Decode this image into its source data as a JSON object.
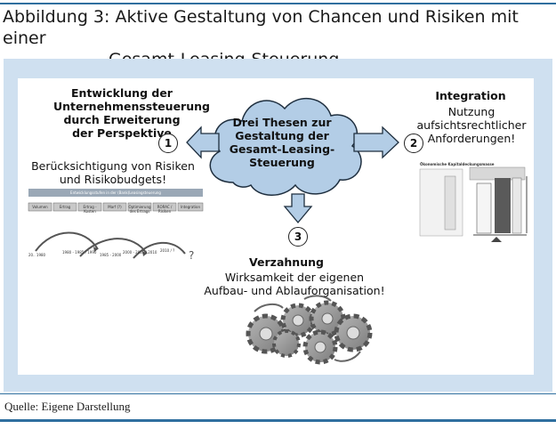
{
  "figure": {
    "title_line1": "Abbildung 3: Aktive Gestaltung von Chancen und Risiken mit einer",
    "title_line2": "Gesamt-Leasing-Steuerung",
    "source": "Quelle: Eigene Darstellung"
  },
  "center": {
    "text": "Drei Thesen zur Gestaltung der Gesamt-Leasing-Steuerung"
  },
  "thesis1": {
    "number": "1",
    "heading": "Entwicklung der Unternehmenssteuerung durch Erweiterung der Perspektive",
    "subtext": "Berücksichtigung von Risiken und Risikobudgets!",
    "thumb_title": "Entwicklungsstufen in der (Bank)Leasingsteuerung",
    "thumb_columns": [
      "Volumen",
      "Ertrag",
      "Ertrag - Kosten",
      "Marf (?)",
      "Optimierung des Ertrags",
      "RORAC / Risiken",
      "Integration"
    ],
    "thumb_years": [
      "20.. 1980",
      "1980 - 1985 / 1990",
      "1985 - 2000",
      "2000 - 2005 / 2010",
      "2010 / ?",
      "?"
    ],
    "question_mark": "?"
  },
  "thesis2": {
    "number": "2",
    "heading": "Integration",
    "subtext": "Nutzung aufsichtsrechtlicher Anforderungen!",
    "thumb_title": "Ökonomische Kapitaldeckungsmasse"
  },
  "thesis3": {
    "number": "3",
    "heading": "Verzahnung",
    "subtext": "Wirksamkeit der eigenen Aufbau- und Ablauforganisation!"
  },
  "colors": {
    "accent_line": "#2f6f9f",
    "panel_bg": "#cfe0f0",
    "cloud_fill": "#b3cde6",
    "arrow_fill": "#b3cde6",
    "gear_fill": "#9a9a9a"
  }
}
